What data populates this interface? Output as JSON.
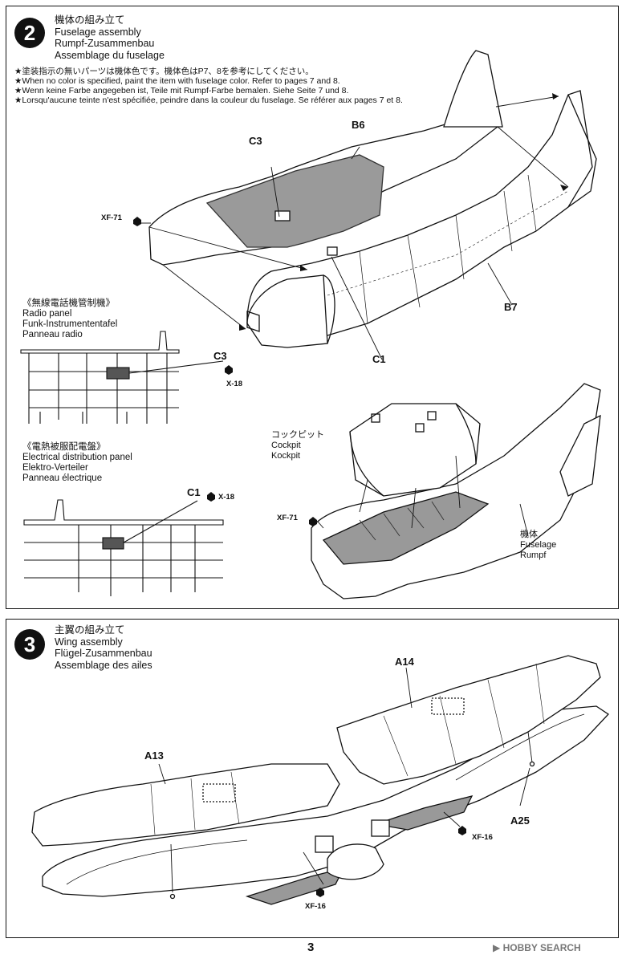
{
  "step2": {
    "number": "2",
    "title_jp": "機体の組み立て",
    "title_en": "Fuselage assembly",
    "title_de": "Rumpf-Zusammenbau",
    "title_fr": "Assemblage du fuselage",
    "notes": [
      "★塗装指示の無いパーツは機体色です。機体色はP7、8を参考にしてください。",
      "★When no color is specified, paint the item with fuselage color. Refer to pages 7 and 8.",
      "★Wenn keine Farbe angegeben ist, Teile mit Rumpf-Farbe bemalen. Siehe Seite 7 und 8.",
      "★Lorsqu'aucune teinte n'est spécifiée, peindre dans la couleur du fuselage. Se référer aux pages 7 et 8."
    ],
    "parts": {
      "c3": "C3",
      "b6": "B6",
      "b7": "B7",
      "c1": "C1"
    },
    "paint_top": "XF-71",
    "radio_panel": {
      "title_jp": "《無線電話機管制機》",
      "title_en": "Radio panel",
      "title_de": "Funk-Instrumententafel",
      "title_fr": "Panneau radio",
      "part": "C3",
      "paint": "X-18"
    },
    "electrical_panel": {
      "title_jp": "《電熱被服配電盤》",
      "title_en": "Electrical distribution panel",
      "title_de": "Elektro-Verteiler",
      "title_fr": "Panneau électrique",
      "part": "C1",
      "paint": "X-18"
    },
    "cockpit": {
      "jp": "コックピット",
      "en": "Cockpit",
      "de": "Kockpit"
    },
    "fuselage": {
      "jp": "機体",
      "en": "Fuselage",
      "de": "Rumpf"
    },
    "paint_bottom": "XF-71"
  },
  "step3": {
    "number": "3",
    "title_jp": "主翼の組み立て",
    "title_en": "Wing assembly",
    "title_de": "Flügel-Zusammenbau",
    "title_fr": "Assemblage des ailes",
    "parts": {
      "a14": "A14",
      "a13": "A13",
      "a25": "A25"
    },
    "paint_right": "XF-16",
    "paint_left": "XF-16"
  },
  "page_number": "3",
  "watermark": "HOBBY SEARCH"
}
